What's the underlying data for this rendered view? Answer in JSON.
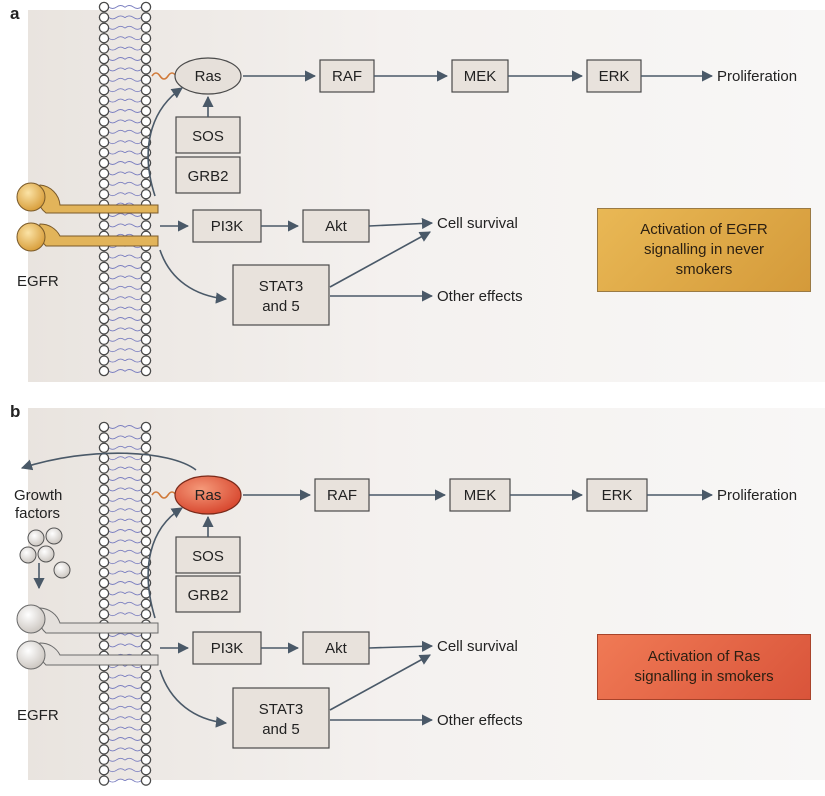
{
  "panels": [
    {
      "letter": "a",
      "nodes": {
        "ras": "Ras",
        "raf": "RAF",
        "mek": "MEK",
        "erk": "ERK",
        "sos": "SOS",
        "grb2": "GRB2",
        "pi3k": "PI3K",
        "akt": "Akt",
        "stat_line1": "STAT3",
        "stat_line2": "and 5"
      },
      "outputs": {
        "proliferation": "Proliferation",
        "cell_survival": "Cell survival",
        "other_effects": "Other effects"
      },
      "receptor": "EGFR",
      "note": "Activation of EGFR\nsignalling in never\nsmokers",
      "colors": {
        "ras_fill": "#e6e0da",
        "receptor": "#e2b45a",
        "note": "#dca543"
      }
    },
    {
      "letter": "b",
      "nodes": {
        "ras": "Ras",
        "raf": "RAF",
        "mek": "MEK",
        "erk": "ERK",
        "sos": "SOS",
        "grb2": "GRB2",
        "pi3k": "PI3K",
        "akt": "Akt",
        "stat_line1": "STAT3",
        "stat_line2": "and 5"
      },
      "outputs": {
        "proliferation": "Proliferation",
        "cell_survival": "Cell survival",
        "other_effects": "Other effects"
      },
      "receptor": "EGFR",
      "growth_factors_line1": "Growth",
      "growth_factors_line2": "factors",
      "note": "Activation of Ras\nsignalling in smokers",
      "colors": {
        "ras_fill": "#e35a3a",
        "receptor": "#e4e0dc",
        "note": "#e3603f"
      }
    }
  ]
}
